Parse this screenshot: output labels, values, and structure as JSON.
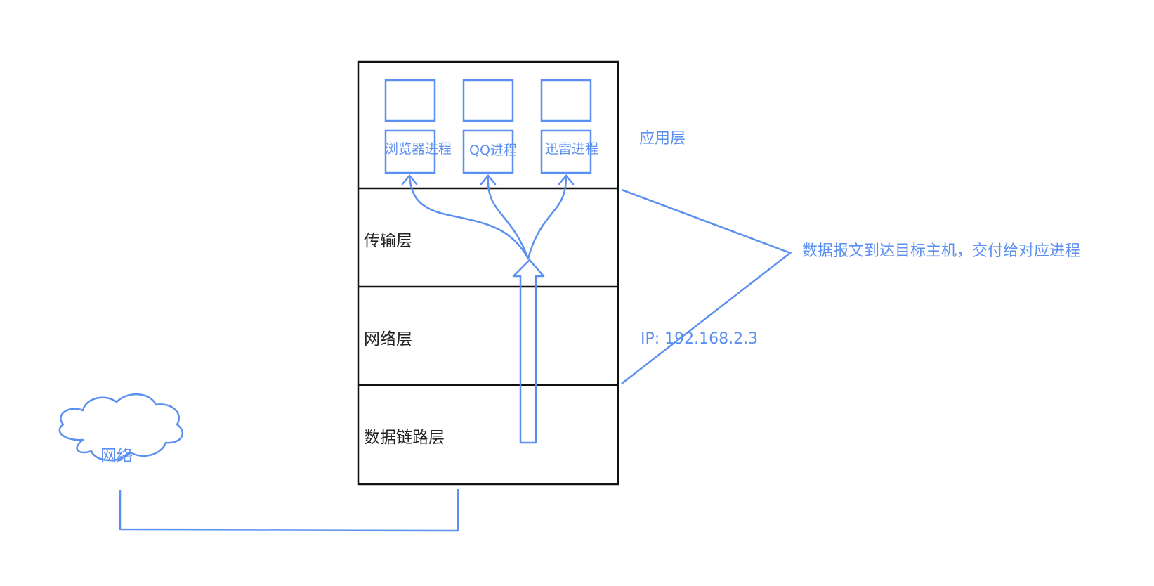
{
  "colors": {
    "accent": "#5b8ff0",
    "stack_border": "#111111",
    "layer_text": "#222222"
  },
  "stack": {
    "layers": {
      "application": "应用层",
      "transport": "传输层",
      "network": "网络层",
      "datalink": "数据链路层"
    },
    "processes": {
      "browser": "浏览器进程",
      "qq": "QQ进程",
      "xunlei": "迅雷进程"
    }
  },
  "annotations": {
    "ip": "IP: 192.168.2.3",
    "delivery": "数据报文到达目标主机，交付给对应进程"
  },
  "network_cloud": {
    "label": "网络"
  }
}
